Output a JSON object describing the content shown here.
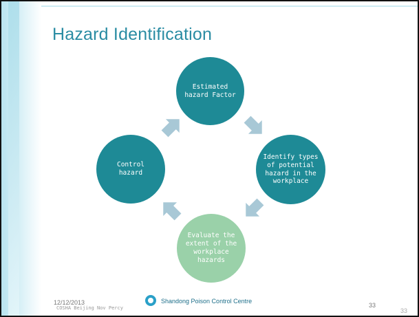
{
  "slide": {
    "title": "Hazard Identification"
  },
  "cycle": {
    "nodes": [
      {
        "id": "estimated",
        "label": "Estimated hazard Factor",
        "color": "#1e8a96"
      },
      {
        "id": "identify",
        "label": "Identify types of potential hazard in the workplace",
        "color": "#1e8a96"
      },
      {
        "id": "evaluate",
        "label": "Evaluate the extent of the workplace hazards",
        "color": "#9ad1a9"
      },
      {
        "id": "control",
        "label": "Control hazard",
        "color": "#1e8a96"
      }
    ],
    "arrow_color": "#a8c8d6"
  },
  "footer": {
    "date": "12/12/2013",
    "subtitle": "COSHA Beijing Nov Percy",
    "organization": "Shandong Poison Control Centre",
    "page_number": "33",
    "page_number_corner": "33"
  }
}
